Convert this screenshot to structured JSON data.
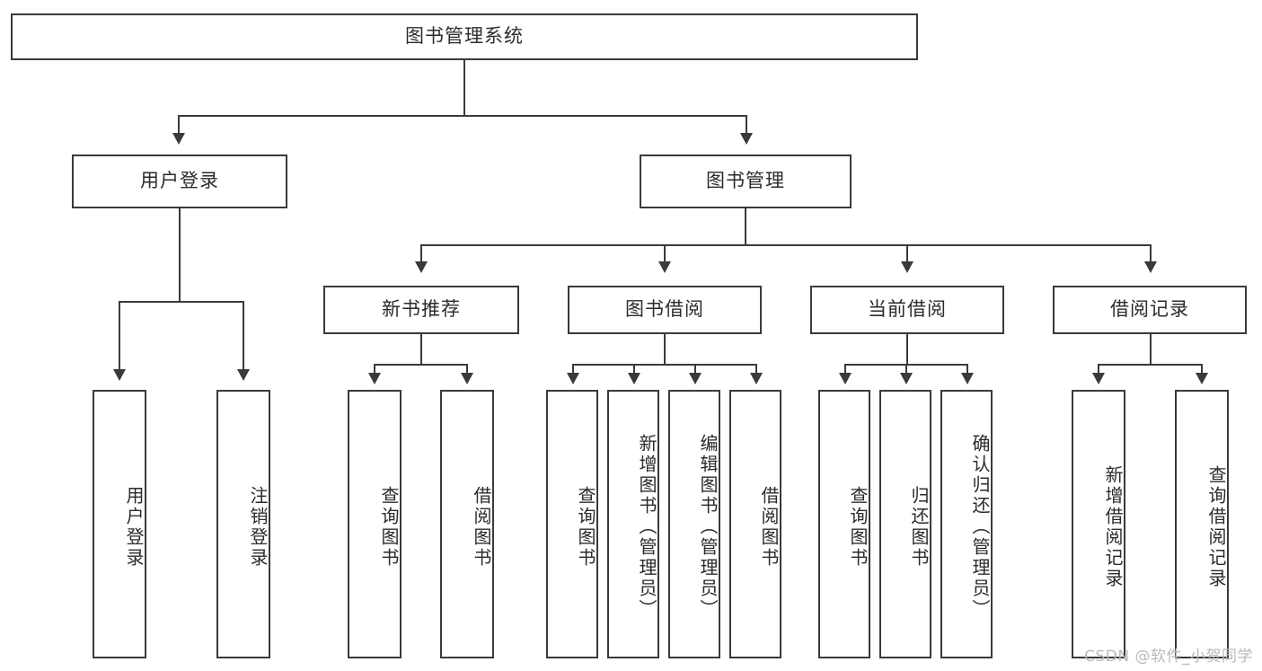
{
  "diagram": {
    "type": "tree-hierarchy",
    "title": "图书管理系统",
    "colors": {
      "background": "#ffffff",
      "border": "#3a3a3a",
      "text": "#2b2b2b",
      "watermark": "#b9b9b9"
    },
    "root": {
      "label": "图书管理系统"
    },
    "level2": [
      {
        "label": "用户登录"
      },
      {
        "label": "图书管理"
      }
    ],
    "level3": [
      {
        "label": "新书推荐"
      },
      {
        "label": "图书借阅"
      },
      {
        "label": "当前借阅"
      },
      {
        "label": "借阅记录"
      }
    ],
    "leaves": {
      "user_login": [
        {
          "label": "用户登录"
        },
        {
          "label": "注销登录"
        }
      ],
      "new_book": [
        {
          "label": "查询图书"
        },
        {
          "label": "借阅图书"
        }
      ],
      "book_borrow": [
        {
          "label": "查询图书"
        },
        {
          "label": "新增图书（管理员）"
        },
        {
          "label": "编辑图书（管理员）"
        },
        {
          "label": "借阅图书"
        }
      ],
      "current_borrow": [
        {
          "label": "查询图书"
        },
        {
          "label": "归还图书"
        },
        {
          "label": "确认归还（管理员）"
        }
      ],
      "borrow_record": [
        {
          "label": "新增借阅记录"
        },
        {
          "label": "查询借阅记录"
        }
      ]
    }
  },
  "watermark": {
    "text": "CSDN @软件_小贺同学"
  }
}
